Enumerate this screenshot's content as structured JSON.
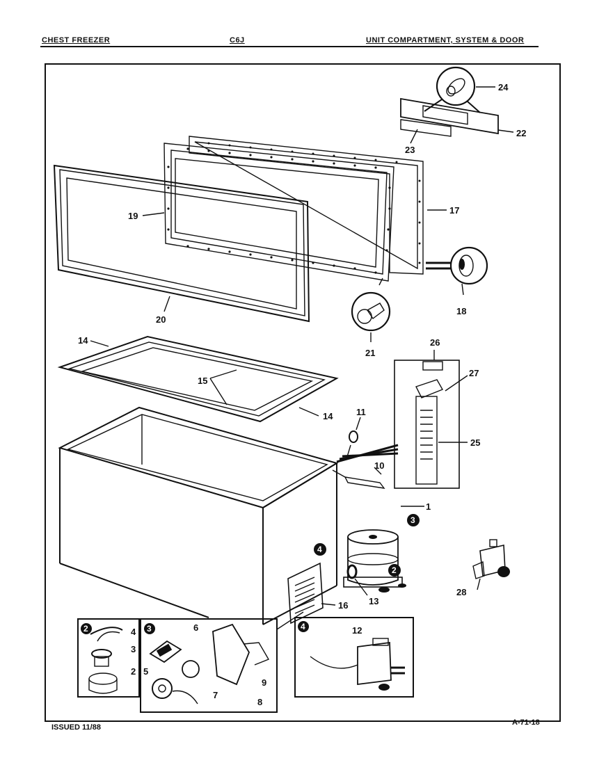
{
  "header": {
    "left": "CHEST FREEZER",
    "middle": "C6J",
    "right": "UNIT COMPARTMENT, SYSTEM & DOOR"
  },
  "footer": {
    "issued": "ISSUED 11/88",
    "page_code": "A-71-18"
  },
  "callouts": {
    "c1": "1",
    "c2": "2",
    "c3": "3",
    "c4": "4",
    "c5": "5",
    "c6": "6",
    "c7": "7",
    "c8": "8",
    "c9": "9",
    "c10": "10",
    "c11": "11",
    "c12": "12",
    "c13": "13",
    "c14a": "14",
    "c14b": "14",
    "c15": "15",
    "c16": "16",
    "c17": "17",
    "c18": "18",
    "c19": "19",
    "c20": "20",
    "c21": "21",
    "c22": "22",
    "c23": "23",
    "c24": "24",
    "c25": "25",
    "c26": "26",
    "c27": "27",
    "c28": "28"
  },
  "badges": {
    "b2_compressor": "2",
    "b3_compressor": "3",
    "b4_compressor": "4",
    "b2_inset": "2",
    "b3_inset": "3",
    "b4_inset": "4"
  }
}
